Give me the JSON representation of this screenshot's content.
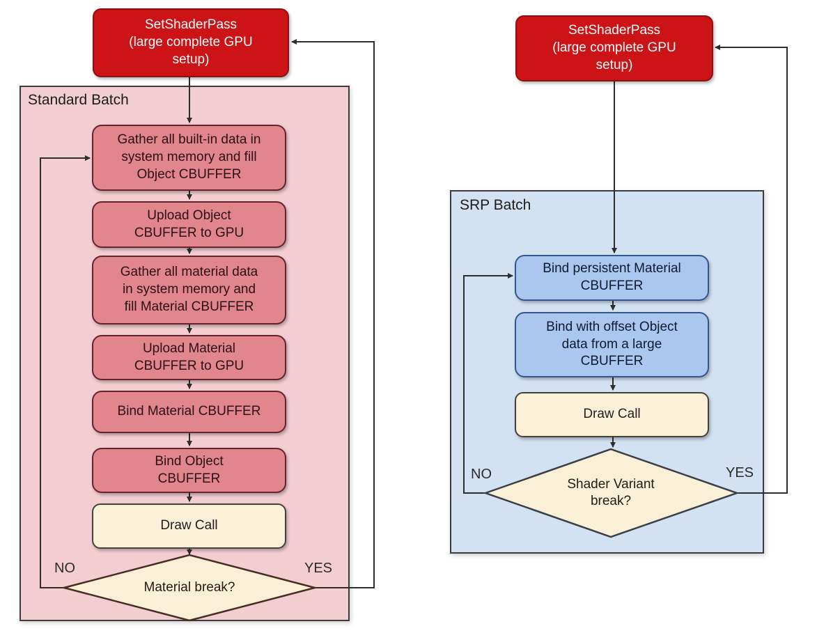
{
  "left": {
    "container_label": "Standard Batch",
    "start_label": "SetShaderPass\n(large complete GPU\nsetup)",
    "steps": [
      {
        "label": "Gather all built-in data in\nsystem memory and fill\nObject CBUFFER"
      },
      {
        "label": "Upload Object\nCBUFFER to GPU"
      },
      {
        "label": "Gather all material data\nin system memory and\nfill Material CBUFFER"
      },
      {
        "label": "Upload Material\nCBUFFER to GPU"
      },
      {
        "label": "Bind Material CBUFFER"
      },
      {
        "label": "Bind Object\nCBUFFER"
      },
      {
        "label": "Draw Call"
      }
    ],
    "decision_label": "Material break?",
    "no_label": "NO",
    "yes_label": "YES"
  },
  "right": {
    "container_label": "SRP Batch",
    "start_label": "SetShaderPass\n(large complete GPU\nsetup)",
    "steps": [
      {
        "label": "Bind persistent Material\nCBUFFER"
      },
      {
        "label": "Bind with offset Object\ndata from a large\nCBUFFER"
      },
      {
        "label": "Draw Call"
      }
    ],
    "decision_label": "Shader Variant\nbreak?",
    "no_label": "NO",
    "yes_label": "YES"
  },
  "colors": {
    "start_fill": "#cc1316",
    "start_border": "#8f1014",
    "start_text": "#ffffff",
    "standard_container_fill": "#f2ced3",
    "standard_step_fill": "#e0868c",
    "standard_step_border": "#66232a",
    "srp_container_fill": "#d3e2f3",
    "srp_step_fill": "#abc7f0",
    "srp_step_border": "#33568c",
    "draw_call_fill": "#f9f0d7",
    "diamond_fill": "#f9f0d7",
    "connector": "#2d2d2d",
    "container_border": "#3c3c3c"
  }
}
